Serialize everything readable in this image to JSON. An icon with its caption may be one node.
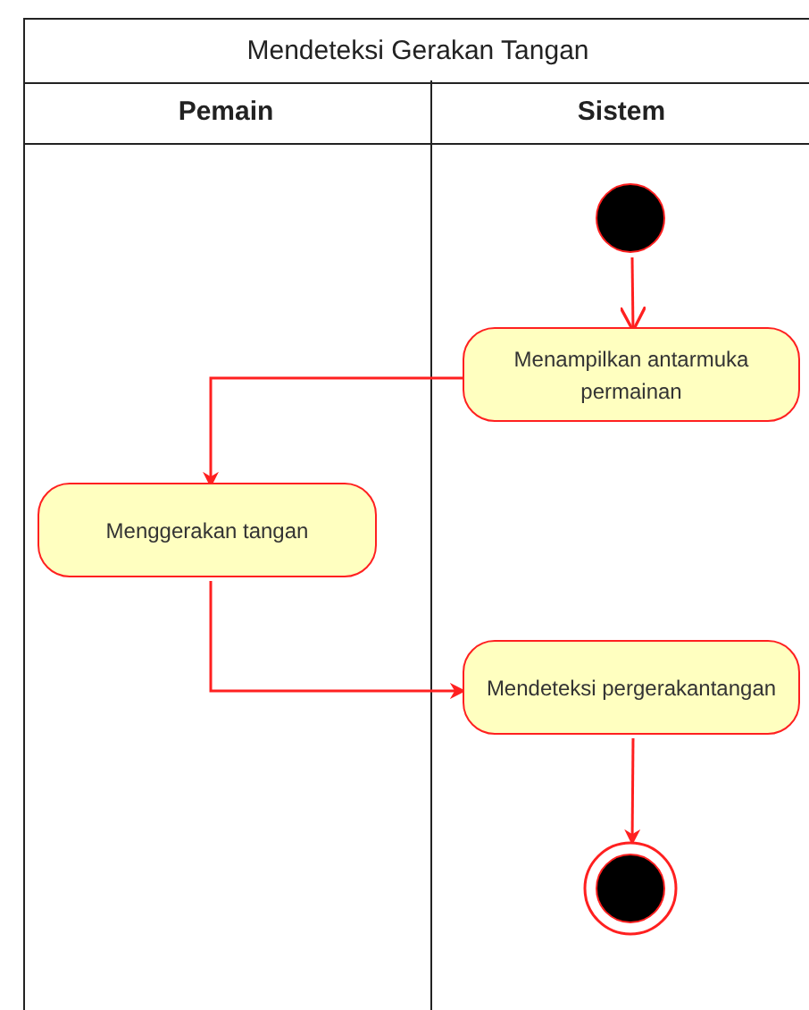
{
  "diagram": {
    "nodes": [
      {
        "text": [
          "Mendeteksi Gerakan Tangan"
        ]
      },
      {
        "text": [
          "Pemain"
        ],
        "in": 0
      },
      {
        "text": [
          "Sistem"
        ],
        "in": 0
      },
      {
        "text": [],
        "shape": "circle",
        "in": 2
      },
      {
        "text": [
          "Menampilkan antarmuka permainan"
        ],
        "in": 2
      },
      {
        "text": [
          "Menggerakan tangan"
        ],
        "in": 1
      },
      {
        "text": [
          "Mendeteksi pergerakantangan"
        ],
        "in": 2
      },
      {
        "text": [],
        "shape": "circle",
        "in": 2
      }
    ],
    "edges": [
      {
        "from": 3,
        "to": 4,
        "arrow": "to"
      },
      {
        "from": 4,
        "to": 5,
        "arrow": "to"
      },
      {
        "from": 5,
        "to": 6,
        "arrow": "to"
      },
      {
        "from": 6,
        "to": 7,
        "arrow": "to"
      }
    ]
  }
}
